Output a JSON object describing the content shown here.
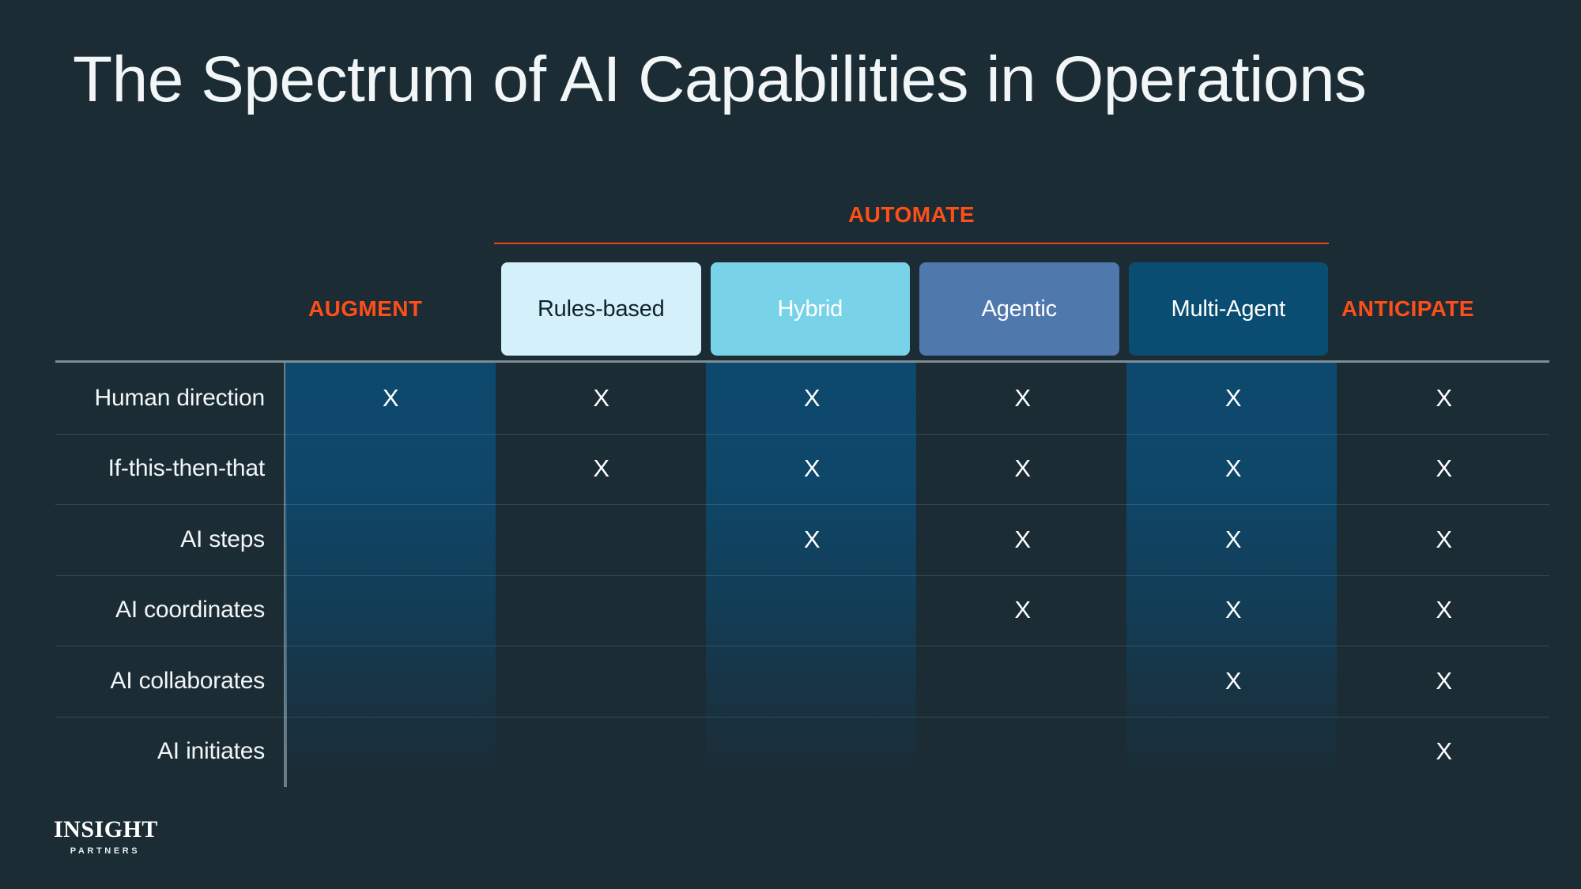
{
  "slide": {
    "title": "The Spectrum of AI Capabilities in Operations",
    "background_color": "#1b2c35",
    "accent_color": "#ff4f18"
  },
  "groups": {
    "automate": "AUTOMATE",
    "augment": "AUGMENT",
    "anticipate": "ANTICIPATE"
  },
  "columns": [
    {
      "key": "augment",
      "label": "AUGMENT",
      "kind": "side",
      "color": "#ff4f18"
    },
    {
      "key": "rules",
      "label": "Rules-based",
      "kind": "chip",
      "color": "#d4f1fb",
      "text_color": "#11222b"
    },
    {
      "key": "hybrid",
      "label": "Hybrid",
      "kind": "chip",
      "color": "#79d3e8",
      "text_color": "#ffffff"
    },
    {
      "key": "agentic",
      "label": "Agentic",
      "kind": "chip",
      "color": "#4f78ad",
      "text_color": "#ffffff"
    },
    {
      "key": "multi_agent",
      "label": "Multi-Agent",
      "kind": "chip",
      "color": "#0a4d72",
      "text_color": "#ffffff"
    },
    {
      "key": "anticipate",
      "label": "ANTICIPATE",
      "kind": "side",
      "color": "#ff4f18"
    }
  ],
  "column_highlight": [
    true,
    false,
    true,
    false,
    true,
    false
  ],
  "mark": "X",
  "rows": [
    {
      "label": "Human direction",
      "marks": [
        true,
        true,
        true,
        true,
        true,
        true
      ]
    },
    {
      "label": "If-this-then-that",
      "marks": [
        false,
        true,
        true,
        true,
        true,
        true
      ]
    },
    {
      "label": "AI steps",
      "marks": [
        false,
        false,
        true,
        true,
        true,
        true
      ]
    },
    {
      "label": "AI coordinates",
      "marks": [
        false,
        false,
        false,
        true,
        true,
        true
      ]
    },
    {
      "label": "AI collaborates",
      "marks": [
        false,
        false,
        false,
        false,
        true,
        true
      ]
    },
    {
      "label": "AI initiates",
      "marks": [
        false,
        false,
        false,
        false,
        false,
        true
      ]
    }
  ],
  "logo": {
    "primary": "INSIGHT",
    "secondary": "PARTNERS"
  }
}
